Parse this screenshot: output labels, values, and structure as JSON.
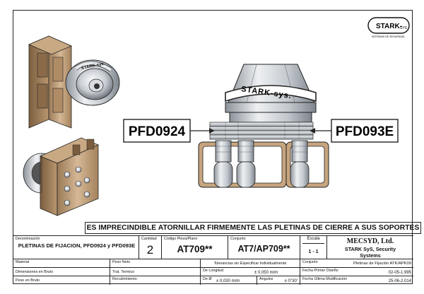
{
  "logo": {
    "brand": "STARK-",
    "suffix": "SYS",
    "tagline": "SISTEMAS DE SEGURIDAD"
  },
  "drawing": {
    "label_left": "PFD0924",
    "label_right": "PFD093E",
    "lock_brand_text": "STARK-sys.",
    "small_lock_brand_text": "STARK-sys."
  },
  "banner": "ES IMPRECINDIBLE ATORNILLAR FIRMEMENTE LAS PLETINAS DE CIERRE A SUS SOPORTES",
  "title_block": {
    "denominacion_label": "Denominación",
    "denominacion_value": "PLETINAS DE FIJACION, PFD0924 y PFD093E",
    "cantidad_label": "Cantidad",
    "cantidad_value": "2",
    "codigo_label": "Código Pieza/Plano",
    "codigo_value": "AT709**",
    "conjunto_label": "Conjunto",
    "conjunto_value": "AT7/AP709**",
    "escala_label": "Escala",
    "escala_value": "1 - 1",
    "company_name": "MECSYD, Ltd.",
    "company_line1": "STARK SyS, Security",
    "company_line2": "Systems",
    "material_label": "Material",
    "peso_neto_label": "Peso Neto",
    "tolerancias_label": "Tolerancias sin Especificar Individualmente",
    "conjunto2_label": "Conjunto",
    "conjunto2_value": "Pletinas de Fijación ATK/APK09",
    "dimensiones_label": "Dimensiones en Bruto",
    "trat_label": "Trat. Termico",
    "longitud_label": "De Longitud",
    "longitud_value": "± 0,050 m/m",
    "fecha_diseno_label": "Fecha Primer Diseño",
    "fecha_diseno_value": "02-05-1.995",
    "peso_bruto_label": "Peso en Bruto",
    "recubrimiento_label": "Recubrimiento",
    "diam_label": "De Ø",
    "diam_value": "± 0,030 m/m",
    "angulos_label": "Angulos",
    "angulos_value": "± 0°30'",
    "fecha_mod_label": "Fecha Ultima Modificación",
    "fecha_mod_value": "25-06-2.014"
  }
}
